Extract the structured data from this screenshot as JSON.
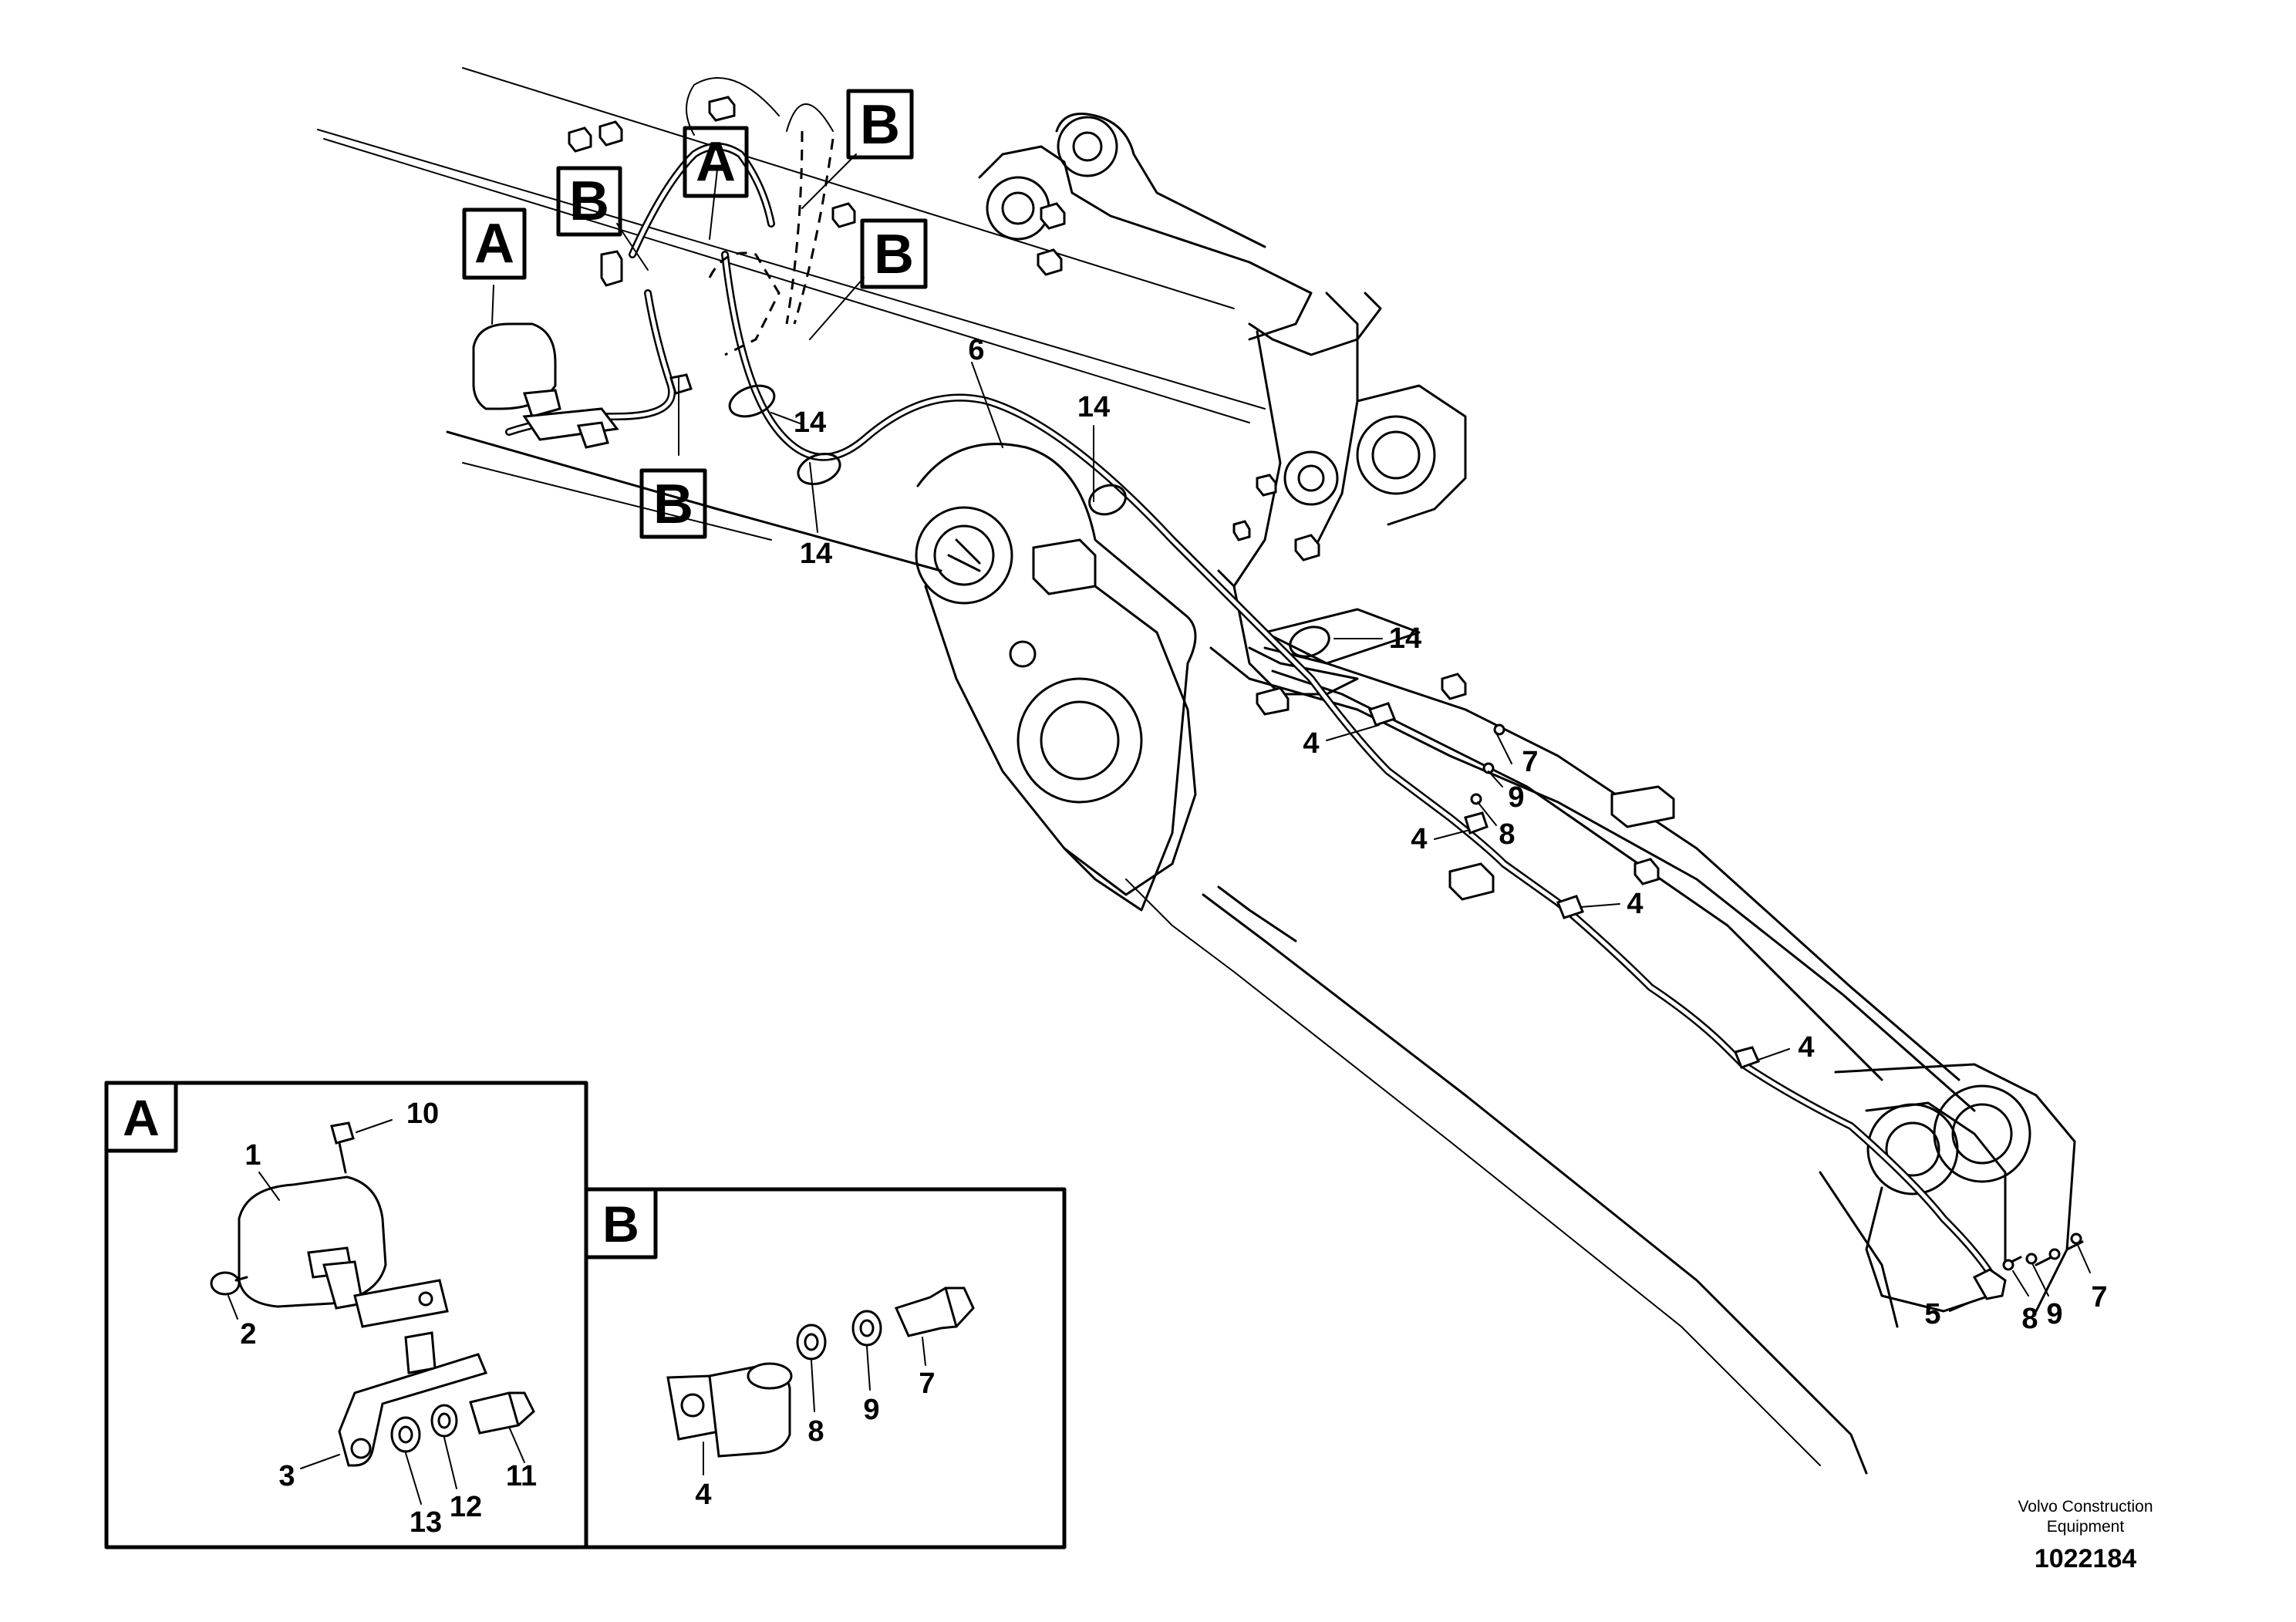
{
  "callouts": {
    "a": "A",
    "b": "B"
  },
  "labels": {
    "cable": "6",
    "tie": "14",
    "clamp": "4",
    "screw": "7",
    "washer": "8",
    "lock_washer": "9",
    "end_bracket": "5"
  },
  "detail_a": {
    "letter": "A",
    "parts": {
      "lamp": "1",
      "bulb": "2",
      "bracket": "3",
      "screw_top": "10",
      "bolt": "11",
      "lock_washer": "12",
      "washer": "13"
    }
  },
  "detail_b": {
    "letter": "B",
    "parts": {
      "clamp": "4",
      "washer": "8",
      "lock_washer": "9",
      "screw": "7"
    }
  },
  "footer": {
    "brand_line1": "Volvo Construction",
    "brand_line2": "Equipment",
    "drawing_id": "1022184"
  }
}
